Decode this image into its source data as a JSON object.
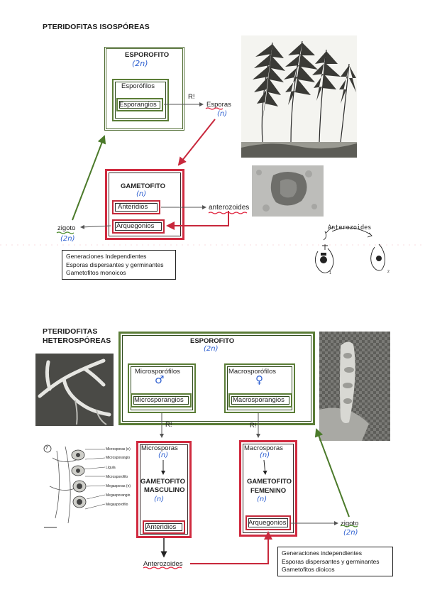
{
  "top": {
    "title": "PTERIDOFITAS ISOSPÓREAS",
    "esporofito": {
      "label": "ESPOROFITO",
      "ploidy": "(2n)"
    },
    "esporofilos": "Esporófilos",
    "esporangios": "Esporangios",
    "r_label": "R!",
    "esporas": {
      "label": "Esporas",
      "ploidy": "(n)"
    },
    "gametofito": {
      "label": "GAMETOFITO",
      "ploidy": "(n)"
    },
    "anteridios": "Anteridios",
    "arquegonios": "Arquegonios",
    "anterozoides": "anterozoides",
    "zigoto": {
      "label": "zigoto",
      "ploidy": "(2n)"
    },
    "notes": [
      "Generaciones Independientes",
      "Esporas dispersantes y germinantes",
      "Gametofitos monoicos"
    ],
    "sketch_label": "Anterozoides",
    "sketch_num1": "1",
    "sketch_num2": "2"
  },
  "bottom": {
    "title_line1": "PTERIDOFITAS",
    "title_line2": "HETEROSPÓREAS",
    "esporofito": {
      "label": "ESPOROFITO",
      "ploidy": "(2n)"
    },
    "microsporofilos": {
      "label": "Microsporófilos",
      "symbol": "♂"
    },
    "macrosporofilos": {
      "label": "Macrosporófilos",
      "symbol": "♀"
    },
    "microsporangios": "Microsporangios",
    "macrosporangios": "Macrosporangios",
    "r_left": "R!",
    "r_right": "R!",
    "microsporas": {
      "label": "Microsporas",
      "ploidy": "(n)"
    },
    "macrosporas": {
      "label": "Macrosporas",
      "ploidy": "(n)"
    },
    "gam_masc": {
      "line1": "GAMETOFITO",
      "line2": "MASCULINO",
      "ploidy": "(n)"
    },
    "gam_fem": {
      "line1": "GAMETOFITO",
      "line2": "FEMENINO",
      "ploidy": "(n)"
    },
    "anteridios": "Anteridios",
    "arquegonios": "Arquegonios",
    "anterozoides": "Anterozoides",
    "zigoto": {
      "label": "zigoto",
      "ploidy": "(2n)"
    },
    "notes": [
      "Generaciones independientes",
      "Esporas dispersantes y germinantes",
      "Gametofitos dioicos"
    ],
    "micro_fig": {
      "number": "7",
      "labels": [
        "Microsporas (n)",
        "Microsporangio",
        "Lígula",
        "Microsporofilo",
        "Megasporas (n)",
        "Megasporangio",
        "Megasporofilo"
      ]
    }
  },
  "colors": {
    "green": "#5b7d37",
    "red": "#d02a3f",
    "handwriting": "#2d5fd0",
    "squiggle_red": "#e0203a",
    "squiggle_green": "#4a8a2a"
  }
}
